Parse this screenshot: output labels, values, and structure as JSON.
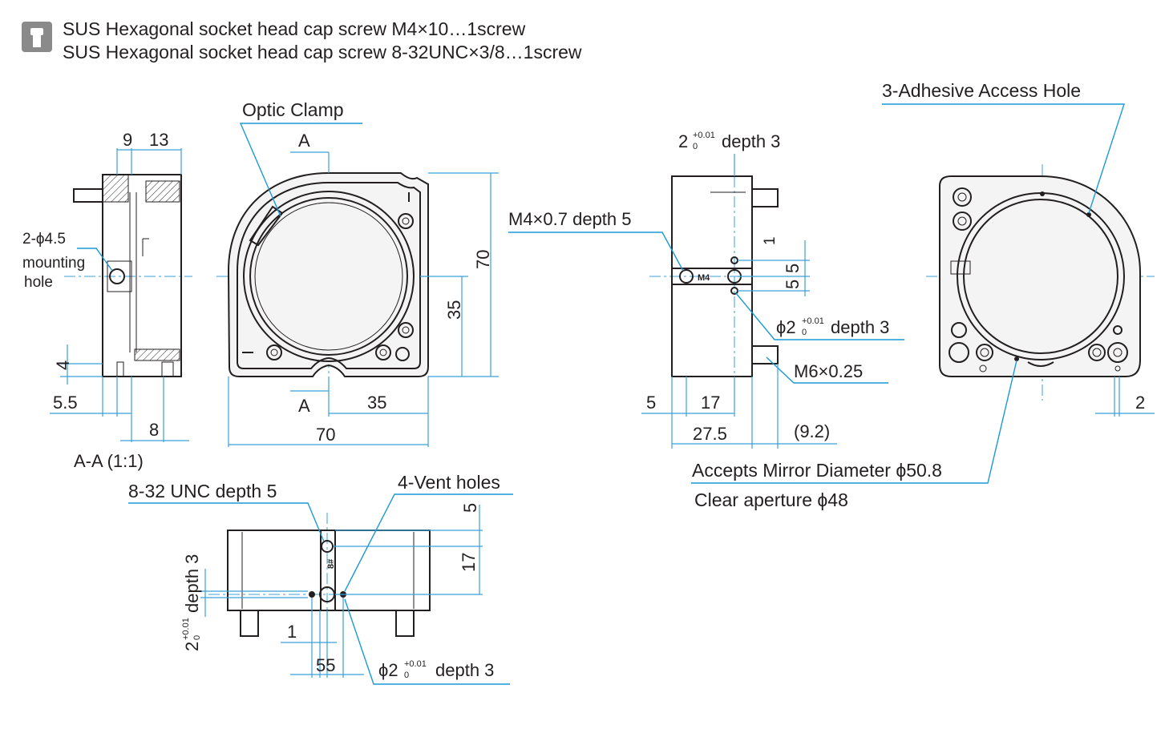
{
  "header": {
    "icon": "screw-icon",
    "line1": "SUS Hexagonal socket head cap screw M4×10…1screw",
    "line2": "SUS Hexagonal socket head cap screw 8-32UNC×3/8…1screw"
  },
  "section_view": {
    "dim_9": "9",
    "dim_13": "13",
    "mount_label_1": "2-ϕ4.5",
    "mount_label_2": "mounting",
    "mount_label_3": "hole",
    "dim_4": "4",
    "dim_5_5": "5.5",
    "dim_8": "8",
    "caption": "A-A (1:1)"
  },
  "front_view": {
    "optic_clamp": "Optic Clamp",
    "section_top": "A",
    "section_bottom": "A",
    "dim_70_height": "70",
    "dim_35_height": "35",
    "dim_35_width": "35",
    "dim_70_width": "70"
  },
  "side_view": {
    "top_label_base": "2",
    "top_label_tol_upper": "+0.01",
    "top_label_tol_lower": "0",
    "top_label_suffix": "depth 3",
    "m4_label": "M4×0.7 depth 5",
    "dim_1": "1",
    "dim_5a": "5",
    "dim_5b": "5",
    "phi2_label_base": "ϕ2",
    "phi2_tol_upper": "+0.01",
    "phi2_tol_lower": "0",
    "phi2_suffix": "depth 3",
    "m6_label": "M6×0.25",
    "engrave": "M4",
    "dim_5": "5",
    "dim_17": "17",
    "dim_27_5": "27.5",
    "dim_9_2": "(9.2)"
  },
  "back_view": {
    "adhesive_label": "3-Adhesive Access Hole",
    "dim_2": "2",
    "mirror_label": "Accepts Mirror Diameter ϕ50.8",
    "aperture_label": "Clear aperture ϕ48"
  },
  "bottom_view": {
    "unc_label": "8-32 UNC depth 5",
    "vent_label": "4-Vent holes",
    "dim_5": "5",
    "dim_17": "17",
    "rot_label_base": "2",
    "rot_tol_upper": "+0.01",
    "rot_tol_lower": "0",
    "rot_suffix": "depth 3",
    "dim_1": "1",
    "dim_55": "55",
    "phi2_label_base": "ϕ2",
    "phi2_tol_upper": "+0.01",
    "phi2_tol_lower": "0",
    "phi2_suffix": "depth 3",
    "engrave": "8#"
  },
  "colors": {
    "line": "#231f20",
    "dimension": "#3aa0d8",
    "icon": "#8a8a8a"
  }
}
